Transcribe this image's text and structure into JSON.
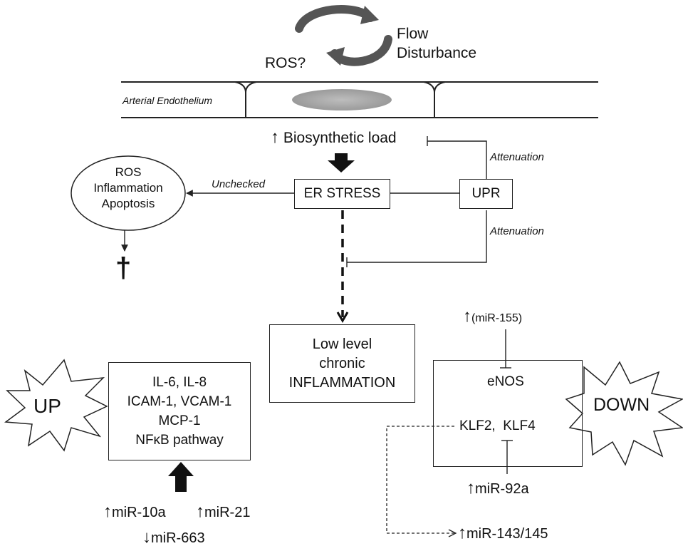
{
  "top": {
    "ros_question": "ROS?",
    "flow_line1": "Flow",
    "flow_line2": "Disturbance",
    "endothelium_label": "Arterial Endothelium"
  },
  "biosynthetic": {
    "arrow": "↑",
    "text": "Biosynthetic load"
  },
  "er_stress": "ER STRESS",
  "upr": "UPR",
  "attenuation_top": "Attenuation",
  "attenuation_bottom": "Attenuation",
  "unchecked": "Unchecked",
  "outcome": {
    "lines": [
      "ROS",
      "Inflammation",
      "Apoptosis"
    ],
    "cross": "†"
  },
  "inflammation_box": {
    "lines": [
      "Low level",
      "chronic",
      "INFLAMMATION"
    ]
  },
  "up": {
    "burst_label": "UP",
    "box_lines": [
      "IL-6, IL-8",
      "ICAM-1, VCAM-1",
      "MCP-1",
      "NFκB pathway"
    ],
    "mirnas": [
      {
        "arrow": "↑",
        "name": "miR-10a"
      },
      {
        "arrow": "↑",
        "name": "miR-21"
      },
      {
        "arrow": "↓",
        "name": "miR-663"
      }
    ]
  },
  "down": {
    "burst_label": "DOWN",
    "enos": "eNOS",
    "klf": "KLF2,  KLF4",
    "mir155": {
      "arrow": "↑",
      "name": "(miR-155)"
    },
    "mir92a": {
      "arrow": "↑",
      "name": "miR-92a"
    },
    "mir143": {
      "arrow": "↑",
      "name": "miR-143/145"
    }
  }
}
